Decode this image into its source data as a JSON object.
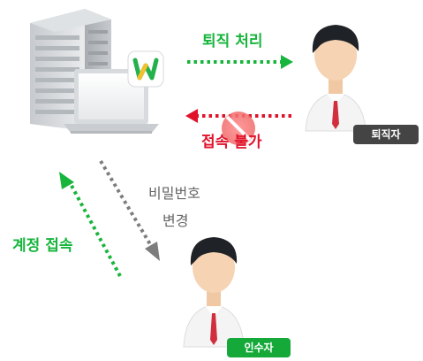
{
  "diagram": {
    "labels": {
      "resign_process": "퇴직 처리",
      "access_denied": "접속 불가",
      "password_change_line1": "비밀번호",
      "password_change_line2": "변경",
      "account_access": "계정 접속"
    },
    "badges": {
      "resigned": "퇴직자",
      "successor": "인수자"
    },
    "colors": {
      "green": "#17b53c",
      "red": "#e0132b",
      "gray_arrow": "#7d7d7d",
      "badge_dark": "#444444",
      "badge_green": "#15a93a",
      "label_gray": "#666666"
    },
    "icons": [
      "office-building-icon",
      "laptop-icon",
      "w-app-icon",
      "resigned-person-icon",
      "successor-person-icon",
      "blocked-icon"
    ]
  }
}
